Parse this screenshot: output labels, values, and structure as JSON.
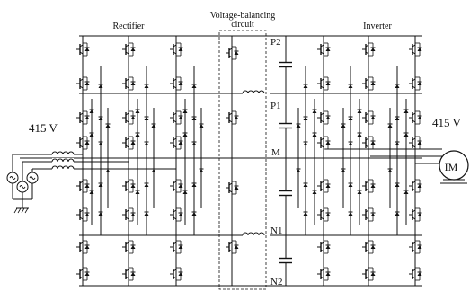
{
  "labels": {
    "rectifier": "Rectifier",
    "voltage_balancing_line1": "Voltage-balancing",
    "voltage_balancing_line2": "circuit",
    "inverter": "Inverter",
    "p2": "P2",
    "p1": "P1",
    "m": "M",
    "n1": "N1",
    "n2": "N2",
    "input_voltage": "415 V",
    "output_voltage": "415 V",
    "motor": "IM"
  },
  "icons": {
    "switch": "igbt-switch-icon",
    "diode": "diode-icon",
    "capacitor": "capacitor-icon",
    "inductor": "inductor-icon",
    "source": "ac-source-icon",
    "ground": "ground-icon",
    "motor": "induction-motor-icon"
  }
}
